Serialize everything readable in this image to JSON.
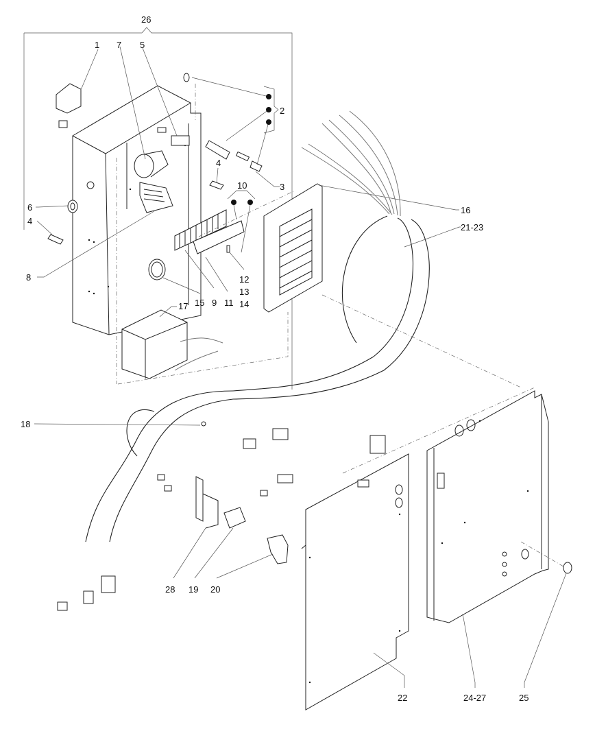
{
  "figure": {
    "type": "exploded-parts-diagram",
    "subject": "electrical control box assembly with wiring harness and cover panels"
  },
  "callouts": {
    "c26": "26",
    "c1": "1",
    "c7": "7",
    "c5": "5",
    "c2": "2",
    "c4a": "4",
    "c3": "3",
    "c10": "10",
    "c6": "6",
    "c4b": "4",
    "c8": "8",
    "c16": "16",
    "c2123": "21-23",
    "c12": "12",
    "c13": "13",
    "c14": "14",
    "c17": "17",
    "c15": "15",
    "c9": "9",
    "c11": "11",
    "c18": "18",
    "c28": "28",
    "c19": "19",
    "c20": "20",
    "c22": "22",
    "c2427": "24-27",
    "c25": "25"
  }
}
